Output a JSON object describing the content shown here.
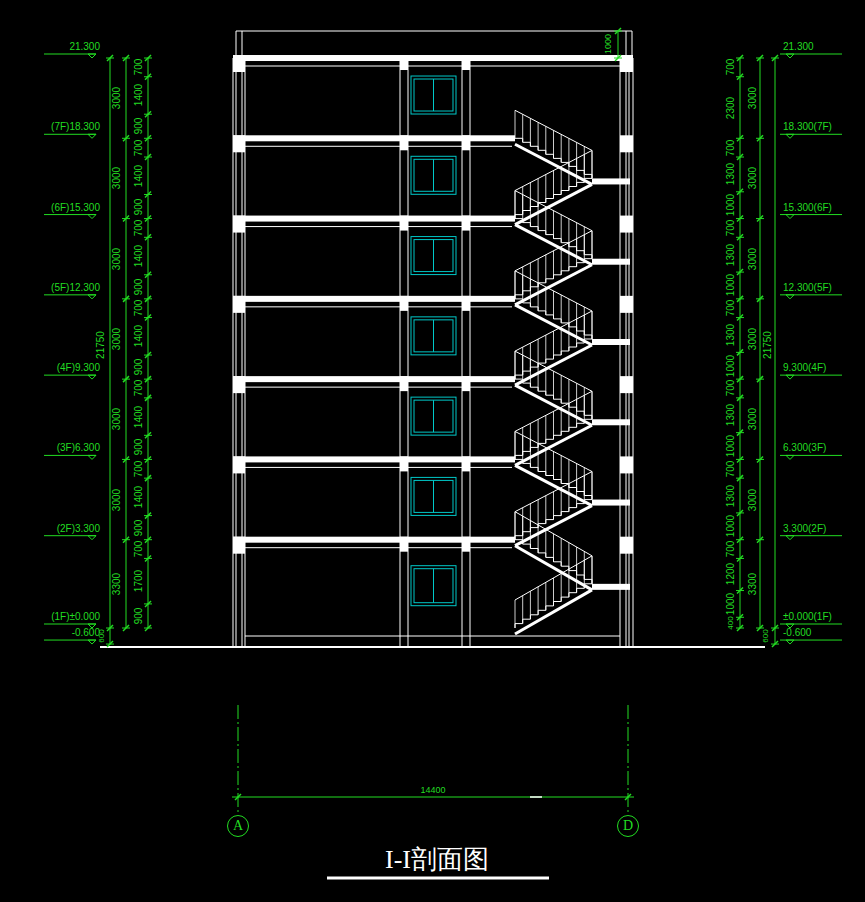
{
  "diagram": {
    "title": "I-I剖面图",
    "nodes": [
      {
        "text": [
          "A"
        ]
      },
      {
        "text": [
          "D"
        ]
      }
    ],
    "labels": [
      "21.300",
      "(7F)18.300",
      "(6F)15.300",
      "(5F)12.300",
      "(4F)9.300",
      "(3F)6.300",
      "(2F)3.300",
      "(1F)±0.000",
      "-0.600",
      "3000",
      "3000",
      "3000",
      "3000",
      "3000",
      "3000",
      "3300",
      "21750",
      "600",
      "700",
      "1400",
      "900",
      "700",
      "1400",
      "900",
      "700",
      "1400",
      "900",
      "700",
      "1400",
      "900",
      "700",
      "1400",
      "900",
      "700",
      "1400",
      "900",
      "700",
      "1700",
      "900",
      "1000",
      "700",
      "2300",
      "700",
      "1300",
      "1000",
      "700",
      "1300",
      "1000",
      "700",
      "1300",
      "1000",
      "700",
      "1300",
      "1000",
      "700",
      "1300",
      "1000",
      "700",
      "1200",
      "1000",
      "400",
      "3000",
      "3000",
      "3000",
      "3000",
      "3000",
      "3000",
      "3300",
      "21750",
      "600",
      "21.300",
      "18.300(7F)",
      "15.300(6F)",
      "12.300(5F)",
      "9.300(4F)",
      "6.300(3F)",
      "3.300(2F)",
      "±0.000(1F)",
      "-0.600",
      "14400"
    ]
  }
}
